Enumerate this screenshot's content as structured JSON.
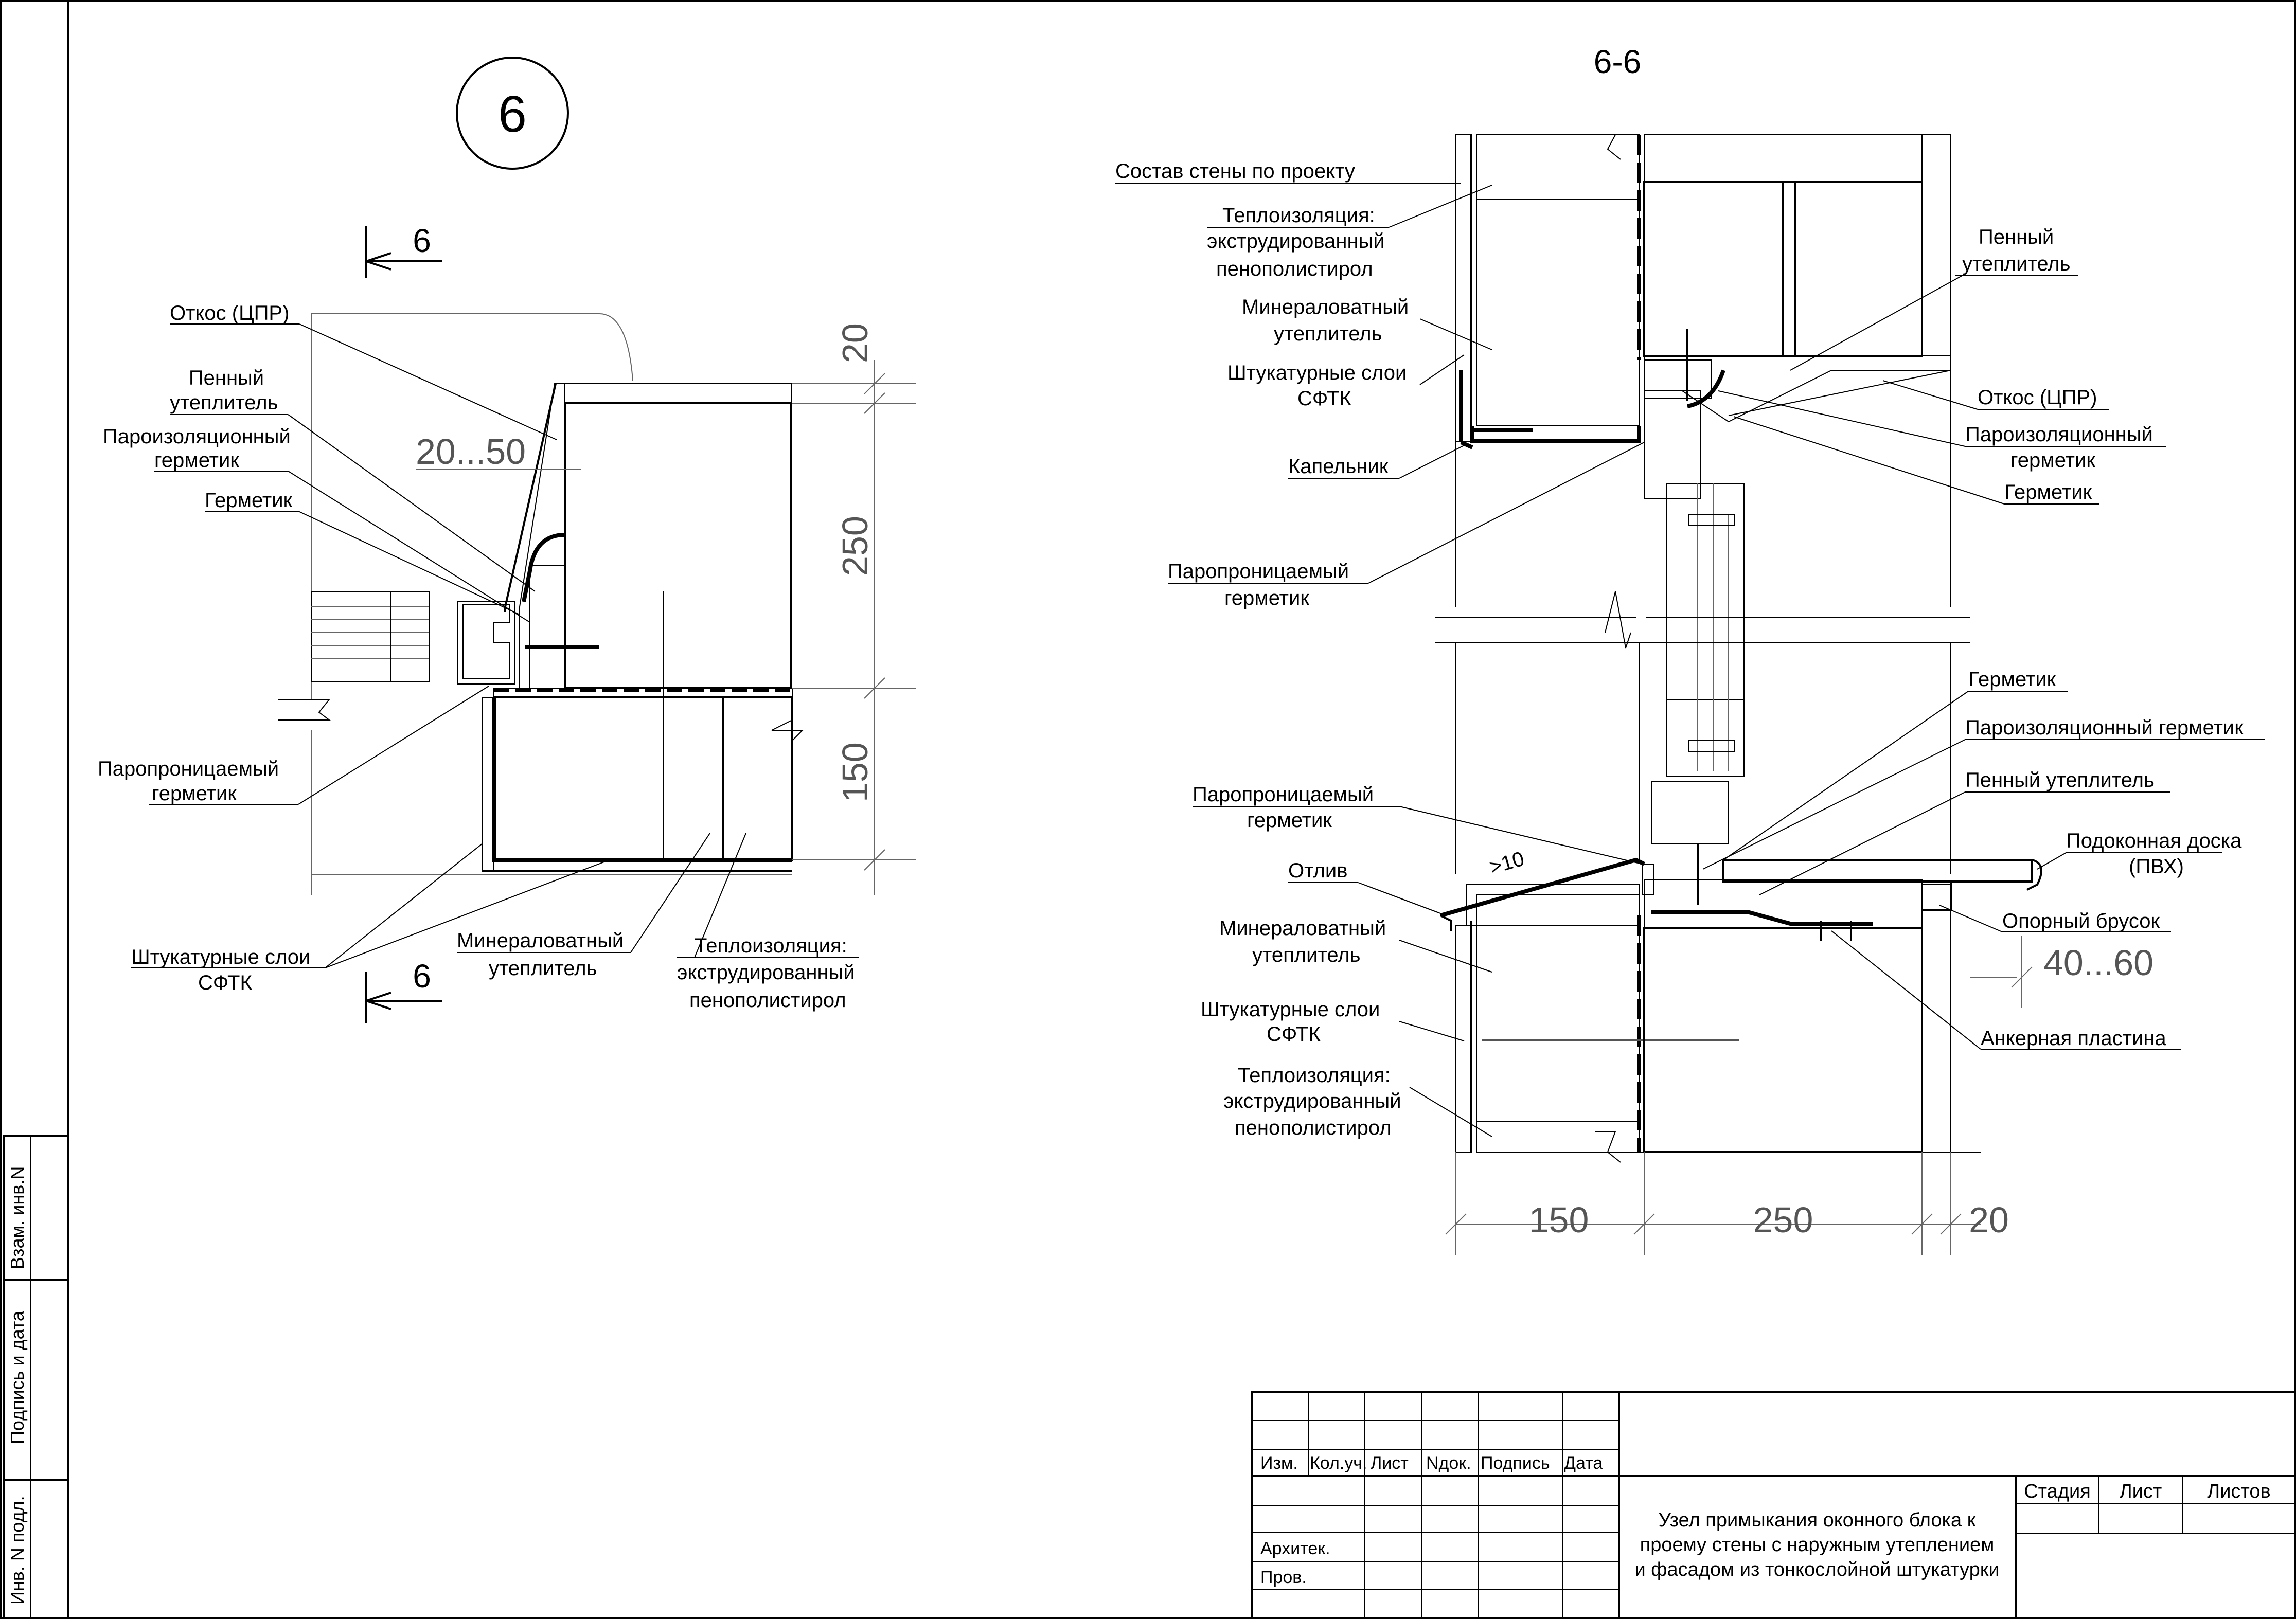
{
  "details": {
    "plan": {
      "marker": "6",
      "cut_label_top": "6",
      "cut_label_bottom": "6",
      "dims": [
        "20",
        "20...50",
        "250",
        "150"
      ],
      "labels": {
        "otkos": "Откос (ЦПР)",
        "foam1": "Пенный",
        "foam2": "утеплитель",
        "vapor1": "Пароизоляционный",
        "vapor2": "герметик",
        "sealant": "Герметик",
        "perm1": "Паропроницаемый",
        "perm2": "герметик",
        "plaster1": "Штукатурные слои",
        "plaster2": "СФТК",
        "mineral1": "Минераловатный",
        "mineral2": "утеплитель",
        "xps1": "Теплоизоляция:",
        "xps2": "экструдированный",
        "xps3": "пенополистирол"
      }
    },
    "section": {
      "title": "6-6",
      "dims": [
        "150",
        "250",
        "20",
        "40...60",
        ">10"
      ],
      "left_labels": {
        "wall": "Состав стены по проекту",
        "xps1": "Теплоизоляция:",
        "xps2": "экструдированный",
        "xps3": "пенополистирол",
        "mineral1": "Минераловатный",
        "mineral2": "утеплитель",
        "plaster1": "Штукатурные слои",
        "plaster2": "СФТК",
        "drip": "Капельник",
        "perm1": "Паропроницаемый",
        "perm2": "герметик",
        "perm1b": "Паропроницаемый",
        "perm2b": "герметик",
        "otliv": "Отлив",
        "mineral1b": "Минераловатный",
        "mineral2b": "утеплитель",
        "plaster1b": "Штукатурные слои",
        "plaster2b": "СФТК",
        "xps1b": "Теплоизоляция:",
        "xps2b": "экструдированный",
        "xps3b": "пенополистирол"
      },
      "right_labels": {
        "foam1": "Пенный",
        "foam2": "утеплитель",
        "otkos": "Откос (ЦПР)",
        "vapor1": "Пароизоляционный",
        "vapor2": "герметик",
        "sealant": "Герметик",
        "sealant2": "Герметик",
        "vapor_full": "Пароизоляционный герметик",
        "foam_full": "Пенный утеплитель",
        "sill1": "Подоконная доска",
        "sill2": "(ПВХ)",
        "support": "Опорный брусок",
        "anchor": "Анкерная пластина"
      }
    }
  },
  "title_block": {
    "columns": [
      "Изм.",
      "Кол.уч.",
      "Лист",
      "Nдок.",
      "Подпись",
      "Дата"
    ],
    "roles": [
      "Архитек.",
      "Пров."
    ],
    "description": [
      "Узел примыкания оконного блока к",
      "проему стены с наружным утеплением",
      "и фасадом из тонкослойной штукатурки"
    ],
    "stage_headers": [
      "Стадия",
      "Лист",
      "Листов"
    ]
  },
  "side_stamp": [
    "Взам. инв.N",
    "Подпись и дата",
    "Инв. N подл."
  ]
}
